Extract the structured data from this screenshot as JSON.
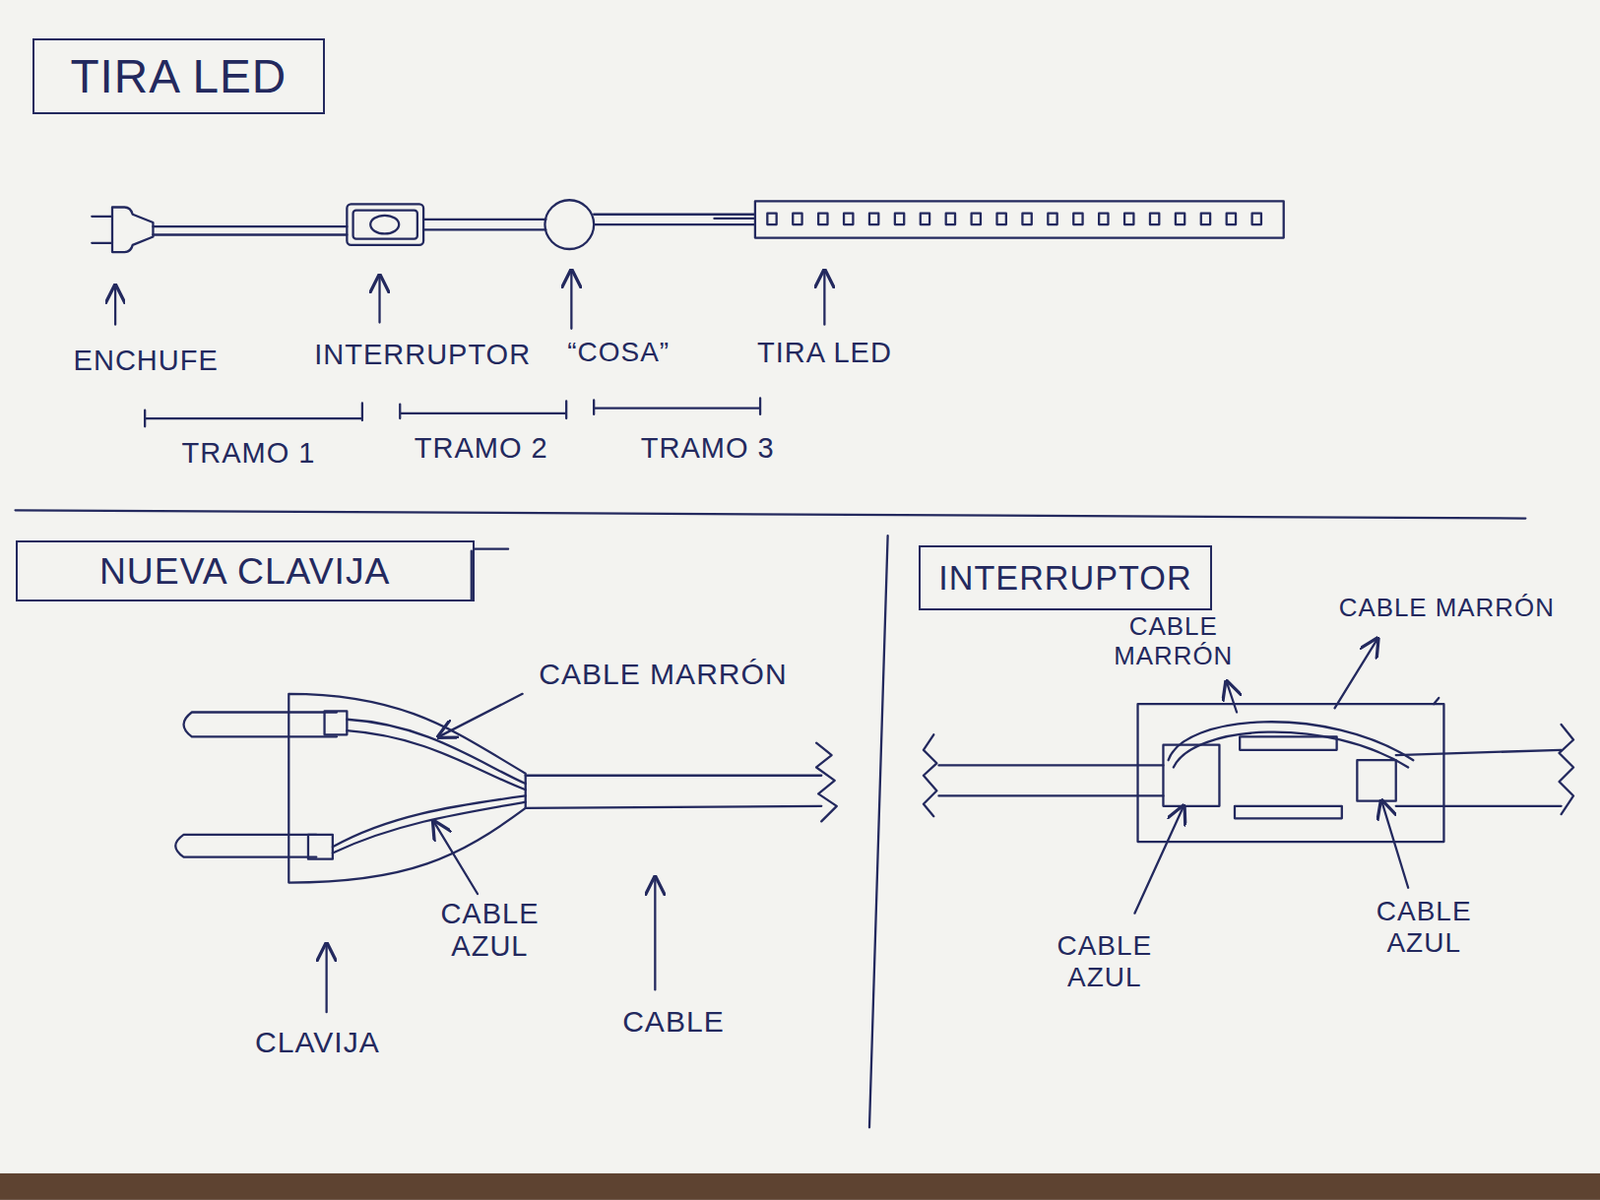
{
  "diagram": {
    "nodes": [
      {
        "text": [
          "TIRA LED"
        ]
      },
      {
        "text": [
          "NUEVA CLAVIJA"
        ]
      },
      {
        "text": [
          "INTERRUPTOR"
        ]
      }
    ],
    "labels": [
      "ENCHUFE",
      "INTERRUPTOR",
      "“COSA”",
      "TIRA LED",
      "TRAMO 1",
      "TRAMO 2",
      "TRAMO 3",
      "CABLE MARRÓN",
      "CABLE AZUL",
      "CLAVIJA",
      "CABLE",
      "CABLE MARRÓN",
      "CABLE MARRÓN",
      "CABLE AZUL",
      "CABLE AZUL"
    ]
  }
}
